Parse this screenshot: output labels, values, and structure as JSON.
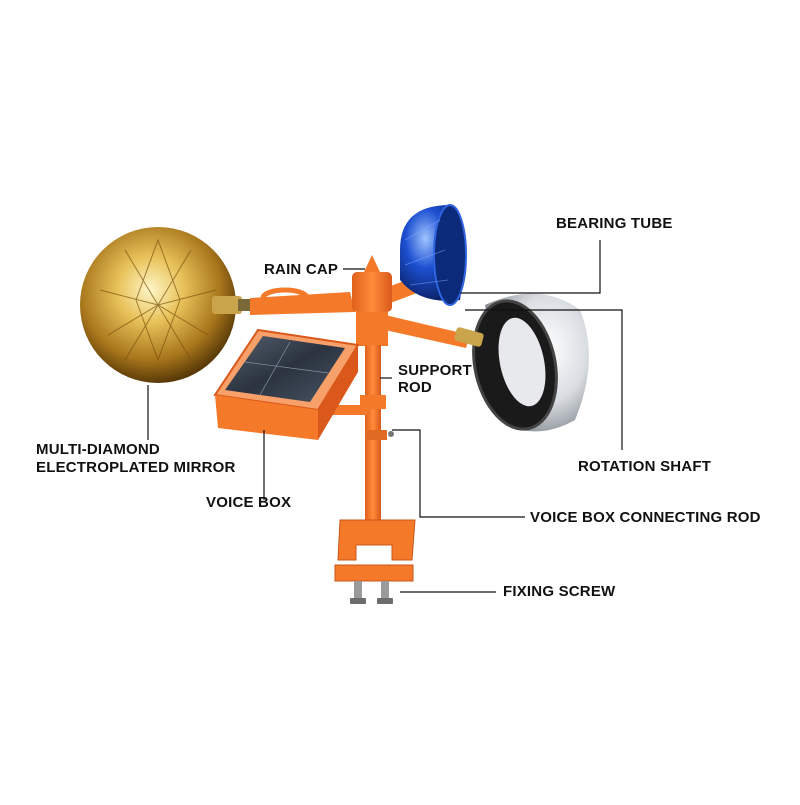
{
  "diagram": {
    "subject": "bird repeller windmill",
    "colors": {
      "frame": "#f47a2a",
      "frame_dark": "#c9561a",
      "gold": "#e2b84a",
      "blue": "#1d4fd1",
      "silver": "#d9dde2",
      "solar": "#2b3340"
    },
    "labels": {
      "bearing_tube": "BEARING TUBE",
      "rain_cap": "RAIN CAP",
      "support_rod_line1": "SUPPORT",
      "support_rod_line2": "ROD",
      "mirror_line1": "MULTI-DIAMOND",
      "mirror_line2": "ELECTROPLATED MIRROR",
      "rotation_shaft": "ROTATION SHAFT",
      "voice_box": "VOICE BOX",
      "voice_box_rod": "VOICE BOX CONNECTING ROD",
      "fixing_screw": "FIXING SCREW"
    }
  }
}
